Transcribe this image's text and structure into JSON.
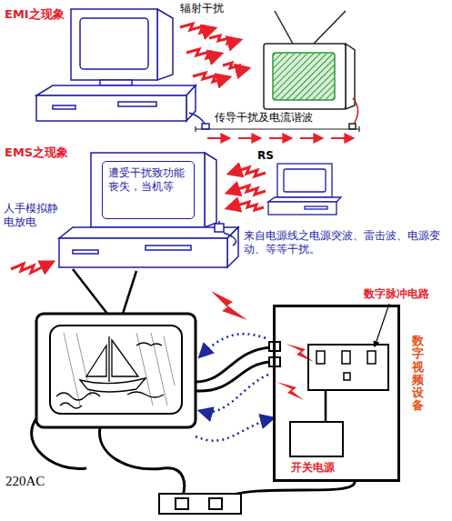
{
  "diagram": {
    "nodes": [
      {
        "text": [
          "遭受干扰致功能丧失，当机等"
        ]
      },
      {
        "text": [
          "数字视频设备"
        ]
      },
      {
        "text": [
          "数字脉冲电路"
        ],
        "in": 1
      },
      {
        "text": [
          "开关电源"
        ],
        "in": 1
      }
    ],
    "edges": [
      {
        "from": 3,
        "to": 2,
        "arrow": "none"
      }
    ],
    "labels": [
      "EMI之现象",
      "辐射干扰",
      "传导干扰及电流谐波",
      "EMS之现象",
      "人手模拟静电放电",
      "RS",
      "来自电源线之电源突波、雷击波、电源变动、等等干扰。",
      "220AC"
    ]
  }
}
